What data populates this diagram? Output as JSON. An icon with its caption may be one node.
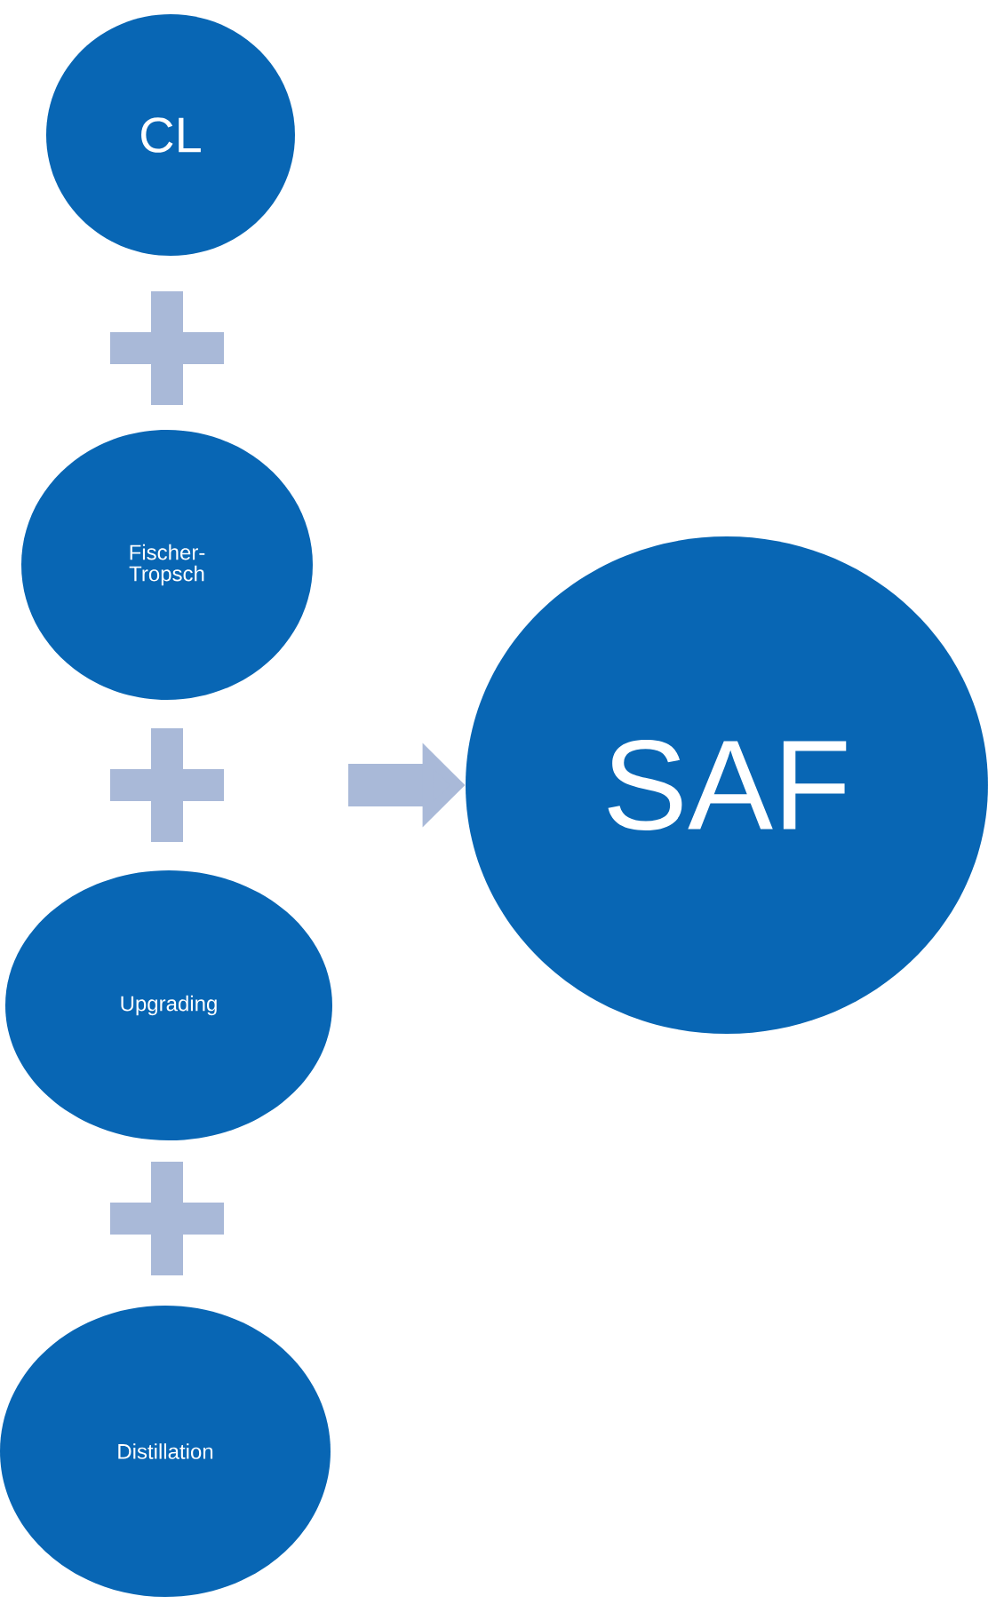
{
  "diagram": {
    "nodes": [
      {
        "text": [
          "CL"
        ]
      },
      {
        "text": [
          "Fischer-Tropsch"
        ]
      },
      {
        "text": [
          "Upgrading"
        ]
      },
      {
        "text": [
          "Distillation"
        ]
      },
      {
        "text": [
          "SAF"
        ]
      }
    ],
    "edges": [
      {
        "from": null,
        "to": 4,
        "arrow": "to"
      }
    ]
  }
}
